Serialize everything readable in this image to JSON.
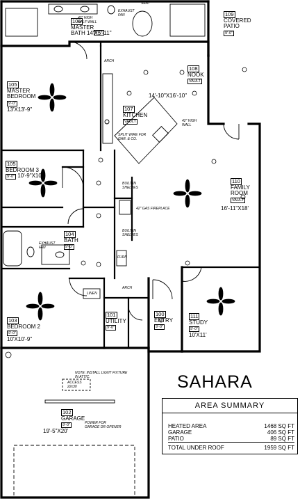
{
  "rooms": {
    "master_bath": {
      "number": "106",
      "name": "MASTER\nBATH",
      "vault": "9'-0\"",
      "dims": "14'X5'-11\""
    },
    "covered_patio": {
      "number": "109",
      "name": "COVERED\nPATIO",
      "vault": "9'-0\"",
      "dims": ""
    },
    "nook": {
      "number": "108",
      "name": "NOOK",
      "vault": "VAULT",
      "dims": "14'-10\"X16'-10\""
    },
    "master_bedroom": {
      "number": "105",
      "name": "MASTER\nBEDROOM",
      "vault": "9'-0\"",
      "dims": "13'X13'-9\""
    },
    "kitchen": {
      "number": "107",
      "name": "KITCHEN",
      "vault": "VAULT",
      "dims": ""
    },
    "bedroom3": {
      "number": "105",
      "name": "BEDROOM 3",
      "vault": "9'-0\"",
      "dims": "10'-9\"X10'"
    },
    "family_room": {
      "number": "110",
      "name": "FAMILY\nROOM",
      "vault": "VAULT",
      "dims": "16'-11\"X18'"
    },
    "bath": {
      "number": "104",
      "name": "BATH",
      "vault": "9'-0\"",
      "dims": ""
    },
    "bedroom2": {
      "number": "103",
      "name": "BEDROOM 2",
      "vault": "9'-0\"",
      "dims": "10'X10'-9\""
    },
    "utility": {
      "number": "101",
      "name": "UTILITY",
      "vault": "9'-0\"",
      "dims": ""
    },
    "entry": {
      "number": "100",
      "name": "ENTRY",
      "vault": "9'-0\"",
      "dims": ""
    },
    "study": {
      "number": "111",
      "name": "STUDY",
      "vault": "9'-0\"",
      "dims": "10'X11'"
    },
    "garage": {
      "number": "102",
      "name": "GARAGE",
      "vault": "9'-0\"",
      "dims": "19'-5\"X20'"
    }
  },
  "notes": {
    "high_wall_1": "42\" HIGH\nHALF WALL",
    "exhaust_fan_top": "EXHAUST\nFAN",
    "seat": "SEAT",
    "high_wall_2": "42\" HIGH\nWALL",
    "split_wire": "SPLIT WIRE FOR\nGAR. & CO.",
    "gas_fireplace": "42\" GAS FIREPLACE",
    "exhaust_fan_bath": "EXHAUST\nFAN",
    "built_in_shelves_1": "BUILT-IN\nSHELVES",
    "built_in_shelves_2": "BUILT-IN\nSHELVES",
    "furn": "FURN",
    "linen": "LINEN",
    "garage_note": "NOTE: INSTALL LIGHT FIXTURE\nIN ATTIC.",
    "attic_access": "ACCESS\n22x30",
    "garage_opener": "POWER FOR\nGARAGE DR OPENER",
    "arch": "ARCH"
  },
  "plan_title": "SAHARA",
  "area_summary": {
    "title": "AREA SUMMARY",
    "rows": [
      {
        "label": "HEATED AREA",
        "value": "1468 SQ FT"
      },
      {
        "label": "GARAGE",
        "value": "406 SQ FT"
      },
      {
        "label": "PATIO",
        "value": "89 SQ FT"
      }
    ],
    "total": {
      "label": "TOTAL UNDER ROOF",
      "value": "1959 SQ FT"
    }
  }
}
